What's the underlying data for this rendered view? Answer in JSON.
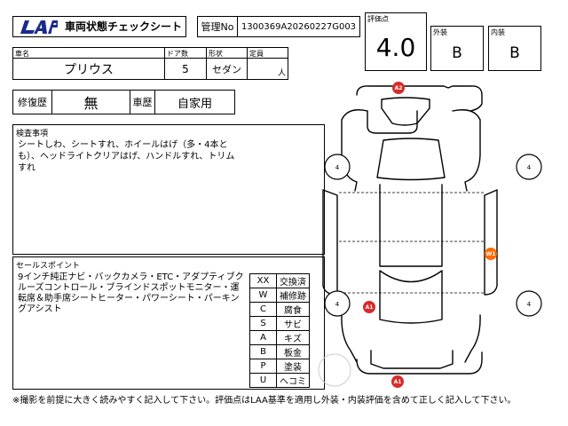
{
  "header": {
    "sheet_title": "車両状態チェックシート",
    "mgmt_label": "管理No",
    "mgmt_value": "1300369A20260227G003"
  },
  "car": {
    "name_label": "車名",
    "name": "プリウス",
    "doors_label": "ドア数",
    "doors": "5",
    "shape_label": "形状",
    "shape": "セダン",
    "capacity_label": "定員",
    "capacity_unit": "人"
  },
  "score": {
    "label": "評価点",
    "value": "4.0",
    "exterior_label": "外装",
    "exterior": "B",
    "interior_label": "内装",
    "interior": "B"
  },
  "history": {
    "repair_label": "修復歴",
    "repair_value": "無",
    "usage_label": "車歴",
    "usage_value": "自家用"
  },
  "inspection": {
    "title": "検査事項",
    "text": "シートしわ、シートすれ、ホイールはげ（多・4本とも）、ヘッドライトクリアはげ、ハンドルすれ、トリムすれ"
  },
  "sales_points": {
    "title": "セールスポイント",
    "text": "9インチ純正ナビ・バックカメラ・ETC・アダプティブクルーズコントロール・ブラインドスポットモニター・運転席＆助手席シートヒーター・パワーシート・パーキングアシスト"
  },
  "legend": [
    {
      "code": "XX",
      "meaning": "交換済"
    },
    {
      "code": "W",
      "meaning": "補修跡"
    },
    {
      "code": "C",
      "meaning": "腐食"
    },
    {
      "code": "S",
      "meaning": "サビ"
    },
    {
      "code": "A",
      "meaning": "キズ"
    },
    {
      "code": "B",
      "meaning": "板金"
    },
    {
      "code": "P",
      "meaning": "塗装"
    },
    {
      "code": "U",
      "meaning": "ヘコミ"
    }
  ],
  "diagram": {
    "tire_value": "4",
    "marks": {
      "front_bumper": "A2",
      "right_side": "W1",
      "left_rocker": "A1",
      "rear_bumper": "A1"
    },
    "mark_color": "#d82b2b",
    "wheel_mark_color": "#ff6a00"
  },
  "footer_note": "※撮影を前提に大きく読みやすく記入して下さい。評価点はLAA基準を適用し外装・内装評価を含めて正しく記入して下さい。"
}
